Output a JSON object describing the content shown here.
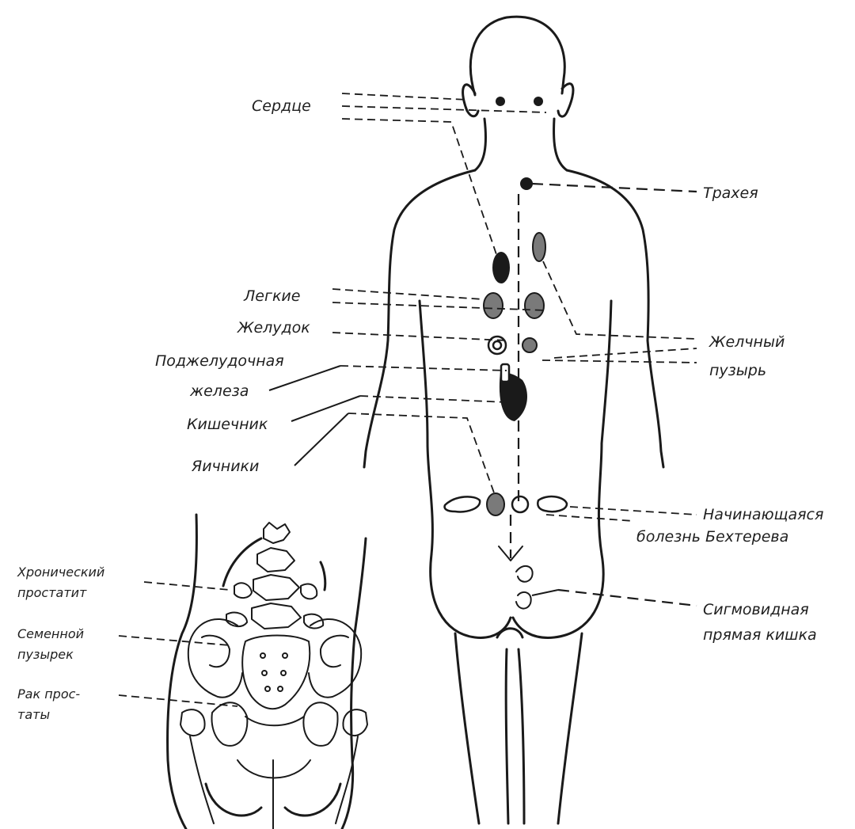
{
  "labels": {
    "heart": "Сердце",
    "trachea": "Трахея",
    "lungs": "Легкие",
    "stomach": "Желудок",
    "pancreas_1": "Поджелудочная",
    "pancreas_2": "железа",
    "intestine": "Кишечник",
    "ovaries": "Яичники",
    "gallbladder_1": "Желчный",
    "gallbladder_2": "пузырь",
    "bechterew_1": "Начинающаяся",
    "bechterew_2": "болезнь Бехтерева",
    "sigmoid_1": "Сигмовидная",
    "sigmoid_2": "прямая кишка",
    "prostatitis_1": "Хронический",
    "prostatitis_2": "простатит",
    "seminal_1": "Семенной",
    "seminal_2": "пузырек",
    "prostate_cancer_1": "Рак прос-",
    "prostate_cancer_2": "таты"
  }
}
